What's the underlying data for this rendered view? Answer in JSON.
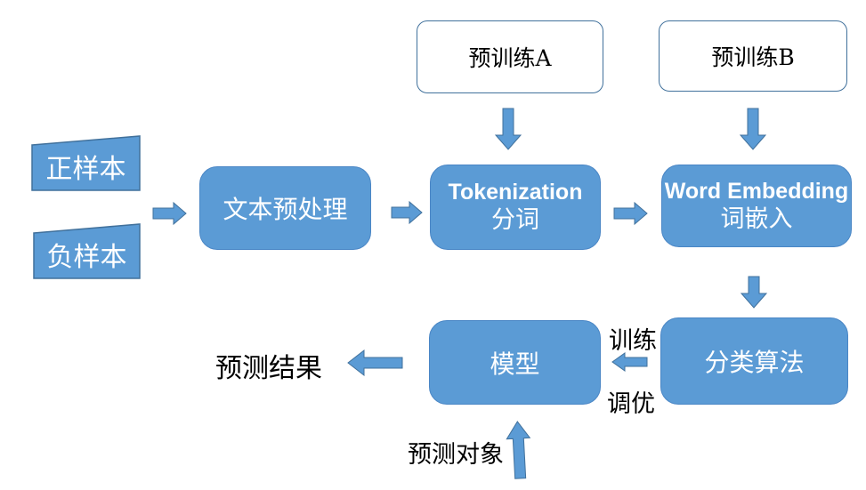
{
  "nodes": {
    "positive_sample": "正样本",
    "negative_sample": "负样本",
    "pretrain_a": "预训练A",
    "pretrain_b": "预训练B",
    "preprocess": "文本预处理",
    "tokenization_en": "Tokenization",
    "tokenization_zh": "分词",
    "embedding_en": "Word Embedding",
    "embedding_zh": "词嵌入",
    "classifier": "分类算法",
    "model": "模型"
  },
  "labels": {
    "train": "训练",
    "tune": "调优",
    "prediction_result": "预测结果",
    "prediction_input": "预测对象"
  },
  "colors": {
    "shape_fill": "#5b9bd5",
    "shape_stroke": "#41719c",
    "text_on_shape": "#ffffff",
    "label_text": "#000000",
    "pretrain_fill": "#ffffff"
  }
}
